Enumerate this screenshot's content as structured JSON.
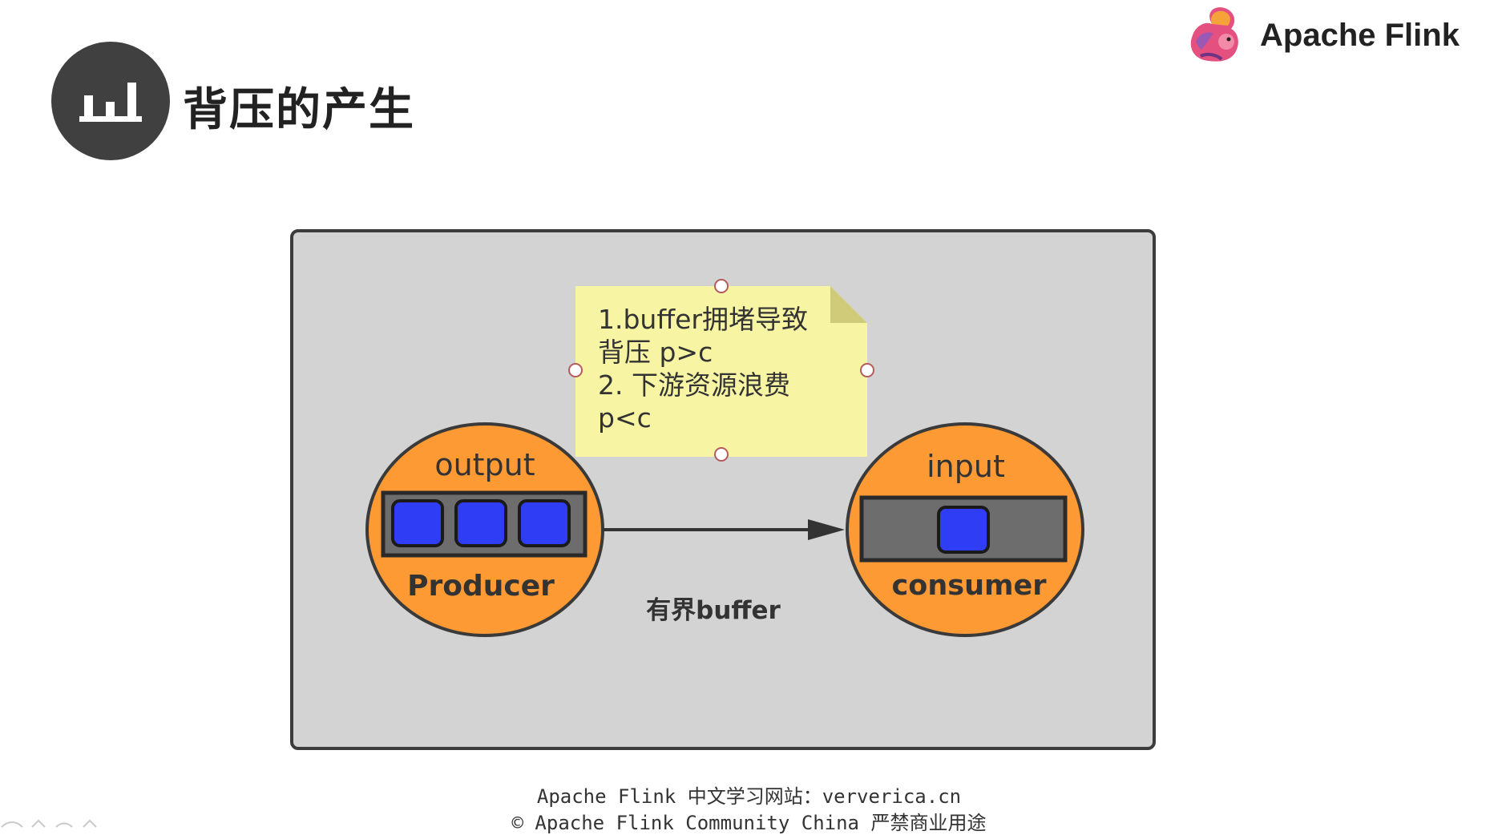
{
  "header": {
    "title": "背压的产生",
    "brand_name": "Apache Flink",
    "badge_icon": "bar-chart-icon",
    "brand_icon": "flink-squirrel-logo"
  },
  "diagram": {
    "note": {
      "line1": "1.buffer拥堵导致",
      "line2": "背压 p>c",
      "line3": "2. 下游资源浪费",
      "line4": "p<c"
    },
    "producer": {
      "top_label": "output",
      "bottom_label": "Producer",
      "buffer_slots": 3
    },
    "consumer": {
      "top_label": "input",
      "bottom_label": "consumer",
      "buffer_slots": 1
    },
    "edge_label": "有界buffer"
  },
  "footer": {
    "line1": "Apache Flink 中文学习网站：ververica.cn",
    "line2": "© Apache Flink Community China  严禁商业用途"
  },
  "colors": {
    "canvas": "#d3d3d3",
    "node_fill": "#fd9a34",
    "slot_fill": "#2f3ef5",
    "note_fill": "#f7f5a3",
    "badge": "#404040"
  }
}
